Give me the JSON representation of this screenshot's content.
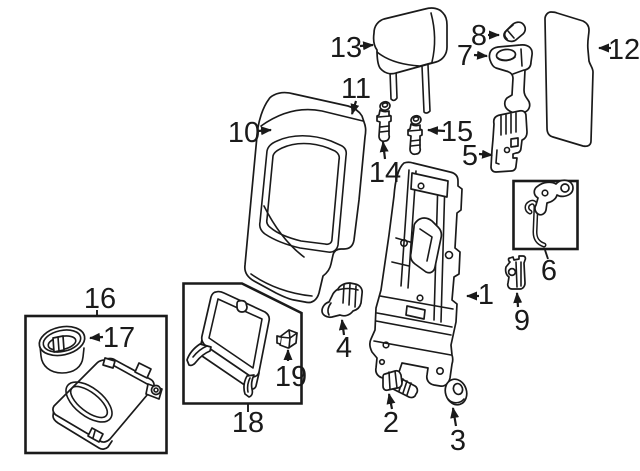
{
  "diagram": {
    "background_color": "#ffffff",
    "line_color": "#1a1a1a",
    "callouts": [
      {
        "number": "1"
      },
      {
        "number": "2"
      },
      {
        "number": "3"
      },
      {
        "number": "4"
      },
      {
        "number": "5"
      },
      {
        "number": "6"
      },
      {
        "number": "7"
      },
      {
        "number": "8"
      },
      {
        "number": "9"
      },
      {
        "number": "10"
      },
      {
        "number": "11"
      },
      {
        "number": "12"
      },
      {
        "number": "13"
      },
      {
        "number": "14"
      },
      {
        "number": "15"
      },
      {
        "number": "16"
      },
      {
        "number": "17"
      },
      {
        "number": "18"
      },
      {
        "number": "19"
      }
    ]
  }
}
